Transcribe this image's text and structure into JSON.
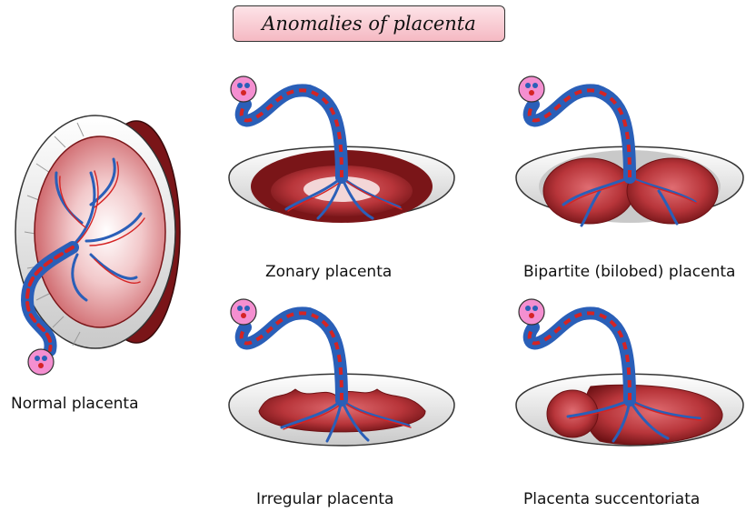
{
  "title": "Anomalies of placenta",
  "captions": {
    "normal": "Normal placenta",
    "zonary": "Zonary placenta",
    "bipartite": "Bipartite (bilobed) placenta",
    "irregular": "Irregular placenta",
    "succenturiata": "Placenta succentoriata"
  },
  "colors": {
    "placenta_dark": "#7a1518",
    "placenta_mid": "#b8353a",
    "placenta_light": "#e8a0a3",
    "vein": "#2a5fb8",
    "artery": "#d42424",
    "membrane": "#f2f2f2",
    "title_bg": "#f5b9c3"
  }
}
